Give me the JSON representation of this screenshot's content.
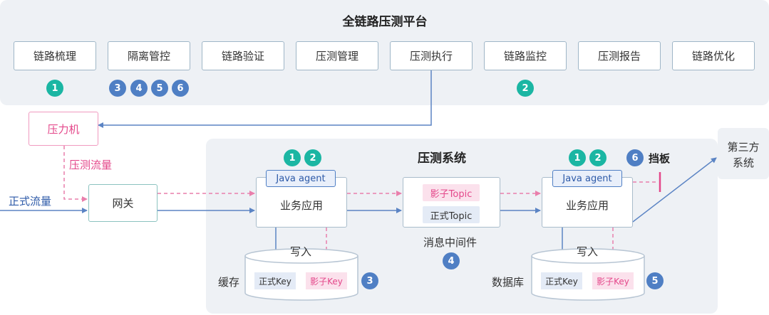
{
  "platform": {
    "title": "全链路压测平台",
    "modules": [
      "链路梳理",
      "隔离管控",
      "链路验证",
      "压测管理",
      "压测执行",
      "链路监控",
      "压测报告",
      "链路优化"
    ],
    "badges": {
      "m1": [
        "1"
      ],
      "m2": [
        "3",
        "4",
        "5",
        "6"
      ],
      "m6": [
        "2"
      ]
    }
  },
  "pressure_machine": "压力机",
  "pressure_flow_label": "压测流量",
  "formal_flow_label": "正式流量",
  "gateway": "网关",
  "system": {
    "title": "压测系统",
    "left_app": {
      "agent": "Java agent",
      "label": "业务应用",
      "badges": [
        "1",
        "2"
      ]
    },
    "right_app": {
      "agent": "Java agent",
      "label": "业务应用",
      "badges": [
        "1",
        "2"
      ]
    },
    "mq": {
      "shadow_topic": "影子Topic",
      "formal_topic": "正式Topic",
      "label": "消息中间件",
      "badge": "4"
    },
    "cache": {
      "label": "缓存",
      "write": "写入",
      "formal_key": "正式Key",
      "shadow_key": "影子Key",
      "badge": "3"
    },
    "db": {
      "label": "数据库",
      "write": "写入",
      "formal_key": "正式Key",
      "shadow_key": "影子Key",
      "badge": "5"
    }
  },
  "baffle": {
    "label": "挡板",
    "badge": "6"
  },
  "third_party": "第三方系统",
  "colors": {
    "teal": "#1bb6a3",
    "blue": "#4f7fc4",
    "pink": "#e4478a",
    "panel": "#eef1f5"
  }
}
